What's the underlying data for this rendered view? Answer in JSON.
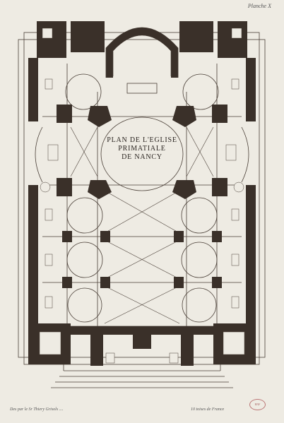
{
  "plate": {
    "number": "Planche X",
    "title_lines": [
      "PLAN DE L'EGLISE",
      "PRIMATIALE",
      "DE NANCY"
    ],
    "credit_left": "Des par le Sr Thiery Grisols ....",
    "credit_right": "10 toises de France",
    "stamp": "BNF"
  },
  "colors": {
    "paper": "#eeebe3",
    "ink": "#2a2420",
    "wall_fill": "#3a3029",
    "line": "#4a3f37"
  }
}
